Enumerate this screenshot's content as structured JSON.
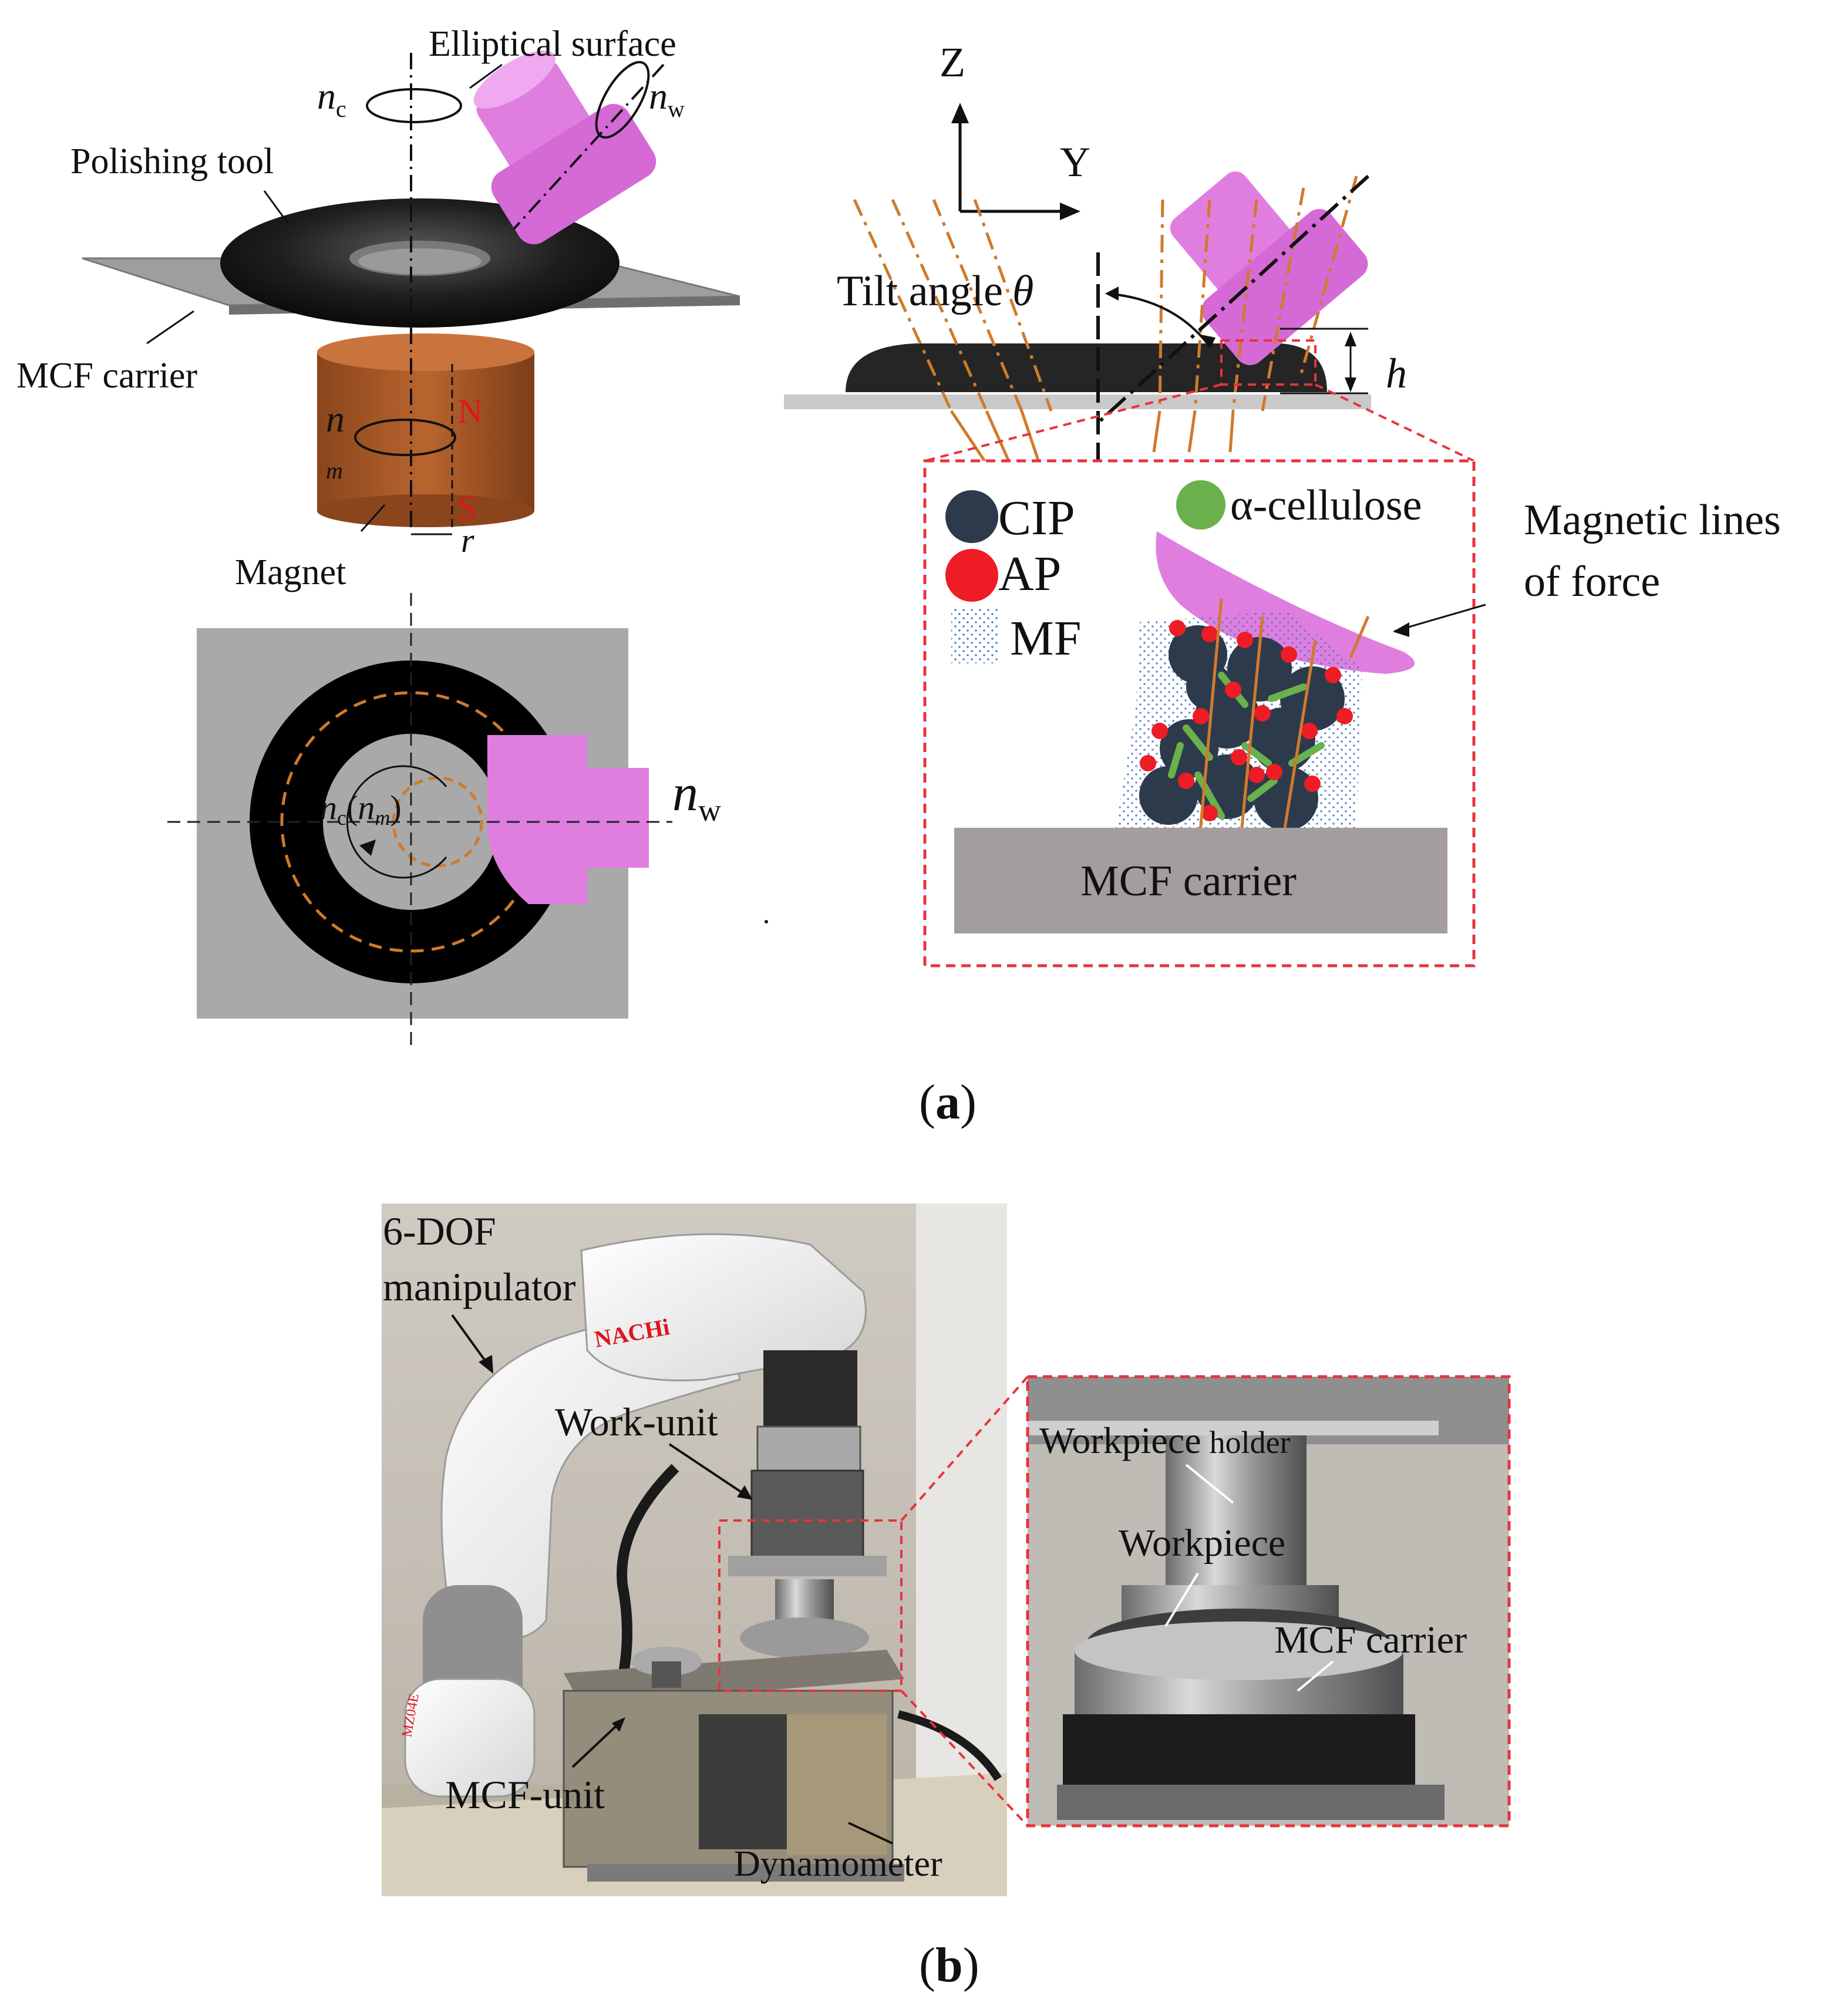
{
  "panel_a": {
    "caption_open": "(",
    "caption_letter": "a",
    "caption_close": ")",
    "labels": {
      "elliptical_surface": "Elliptical surface",
      "polishing_tool": "Polishing tool",
      "mcf_carrier": "MCF carrier",
      "magnet": "Magnet",
      "n_c_sym": "n",
      "n_c_sub": "c",
      "n_w_sym": "n",
      "n_w_sub": "w",
      "n_m_sym": "n",
      "n_m_sub": "m",
      "pole_n": "N",
      "pole_s": "S",
      "radius": "r",
      "topview_n_sym": "n",
      "topview_c_sub": "c",
      "topview_paren_open": "(",
      "topview_m_sym": "n",
      "topview_m_sub": "m",
      "topview_paren_close": ")",
      "topview_nw_sym": "n",
      "topview_nw_sub": "w",
      "axis_z": "Z",
      "axis_y": "Y",
      "tilt_angle": "Tilt angle",
      "theta": "θ",
      "height": "h",
      "magnetic_lines_1": "Magnetic lines",
      "magnetic_lines_2": "of force"
    },
    "legend": {
      "cip": "CIP",
      "ap": "AP",
      "mf": "MF",
      "cellulose": "α-cellulose",
      "carrier": "MCF carrier"
    },
    "colors": {
      "workpiece": "#e07ee0",
      "tool": "#2b2b2b",
      "magnet": "#b05d2a",
      "plate": "#a9a9a9",
      "cip": "#2d3a4c",
      "ap": "#ee1c24",
      "cellulose": "#6ab04c",
      "force_line": "#d07a2c",
      "frame": "#e8333c"
    }
  },
  "panel_b": {
    "caption_open": "(",
    "caption_letter": "b",
    "caption_close": ")",
    "labels": {
      "manipulator_1": "6-DOF",
      "manipulator_2": "manipulator",
      "work_unit": "Work-unit",
      "mcf_unit": "MCF-unit",
      "dynamometer": "Dynamometer",
      "workpiece_holder_1": "Workpiece",
      "workpiece_holder_2": "holder",
      "workpiece": "Workpiece",
      "mcf_carrier": "MCF carrier",
      "brand": "NACHi",
      "model": "MZ04E"
    }
  }
}
